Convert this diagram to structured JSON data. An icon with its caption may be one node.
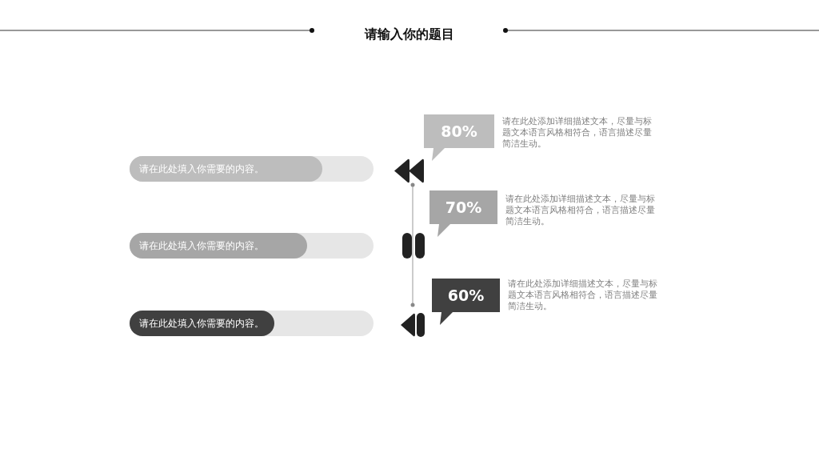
{
  "diagram": {
    "title": "请输入你的题目",
    "nodes": [
      {
        "text": [
          "请在此处填入你需要的内容。"
        ]
      },
      {
        "text": [
          "请在此处填入你需要的内容。"
        ]
      },
      {
        "text": [
          "请在此处填入你需要的内容。"
        ]
      },
      {
        "text": [
          "80%"
        ],
        "beside": [
          "请在此处添加详细描述文本，尽量与标题文本语言风格相符合，语言描述尽量简洁生动。"
        ]
      },
      {
        "text": [
          "70%"
        ],
        "beside": [
          "请在此处添加详细描述文本，尽量与标题文本语言风格相符合，语言描述尽量简洁生动。"
        ]
      },
      {
        "text": [
          "60%"
        ],
        "beside": [
          "请在此处添加详细描述文本，尽量与标题文本语言风格相符合，语言描述尽量简洁生动。"
        ]
      }
    ],
    "edges": []
  }
}
